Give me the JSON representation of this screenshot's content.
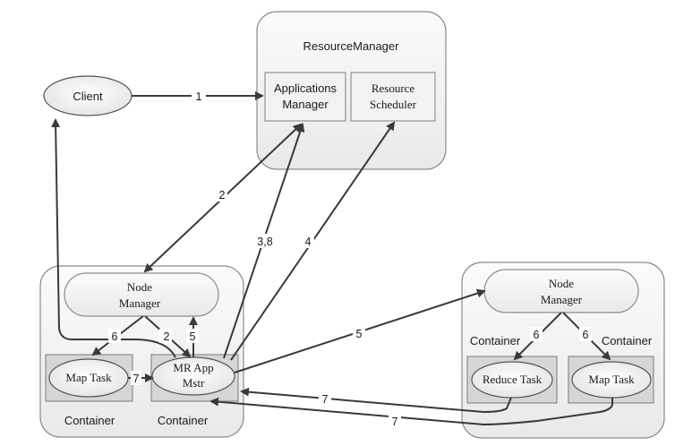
{
  "resource_manager": {
    "title": "ResourceManager",
    "applications_manager": [
      "Applications",
      "Manager"
    ],
    "resource_scheduler": [
      "Resource",
      "Scheduler"
    ]
  },
  "client": {
    "label": "Client"
  },
  "left_node": {
    "node_manager": [
      "Node",
      "Manager"
    ],
    "map_task": "Map Task",
    "mr_app_master": [
      "MR App",
      "Mstr"
    ],
    "container_left": "Container",
    "container_right": "Container"
  },
  "right_node": {
    "node_manager": [
      "Node",
      "Manager"
    ],
    "reduce_task": "Reduce Task",
    "map_task": "Map Task",
    "container_left": "Container",
    "container_right": "Container"
  },
  "arrow_labels": {
    "client_to_rm": "1",
    "rm_to_node": "2",
    "app_to_am": "3,8",
    "app_to_scheduler": "4",
    "nm_to_map": "6",
    "nm_to_app": "2",
    "app_to_nm": "5",
    "map_to_app": "7",
    "app_to_right_nm": "5",
    "right_nm_to_reduce": "6",
    "right_nm_to_map": "6",
    "reduce_to_app": "7",
    "right_map_to_app": "7"
  }
}
